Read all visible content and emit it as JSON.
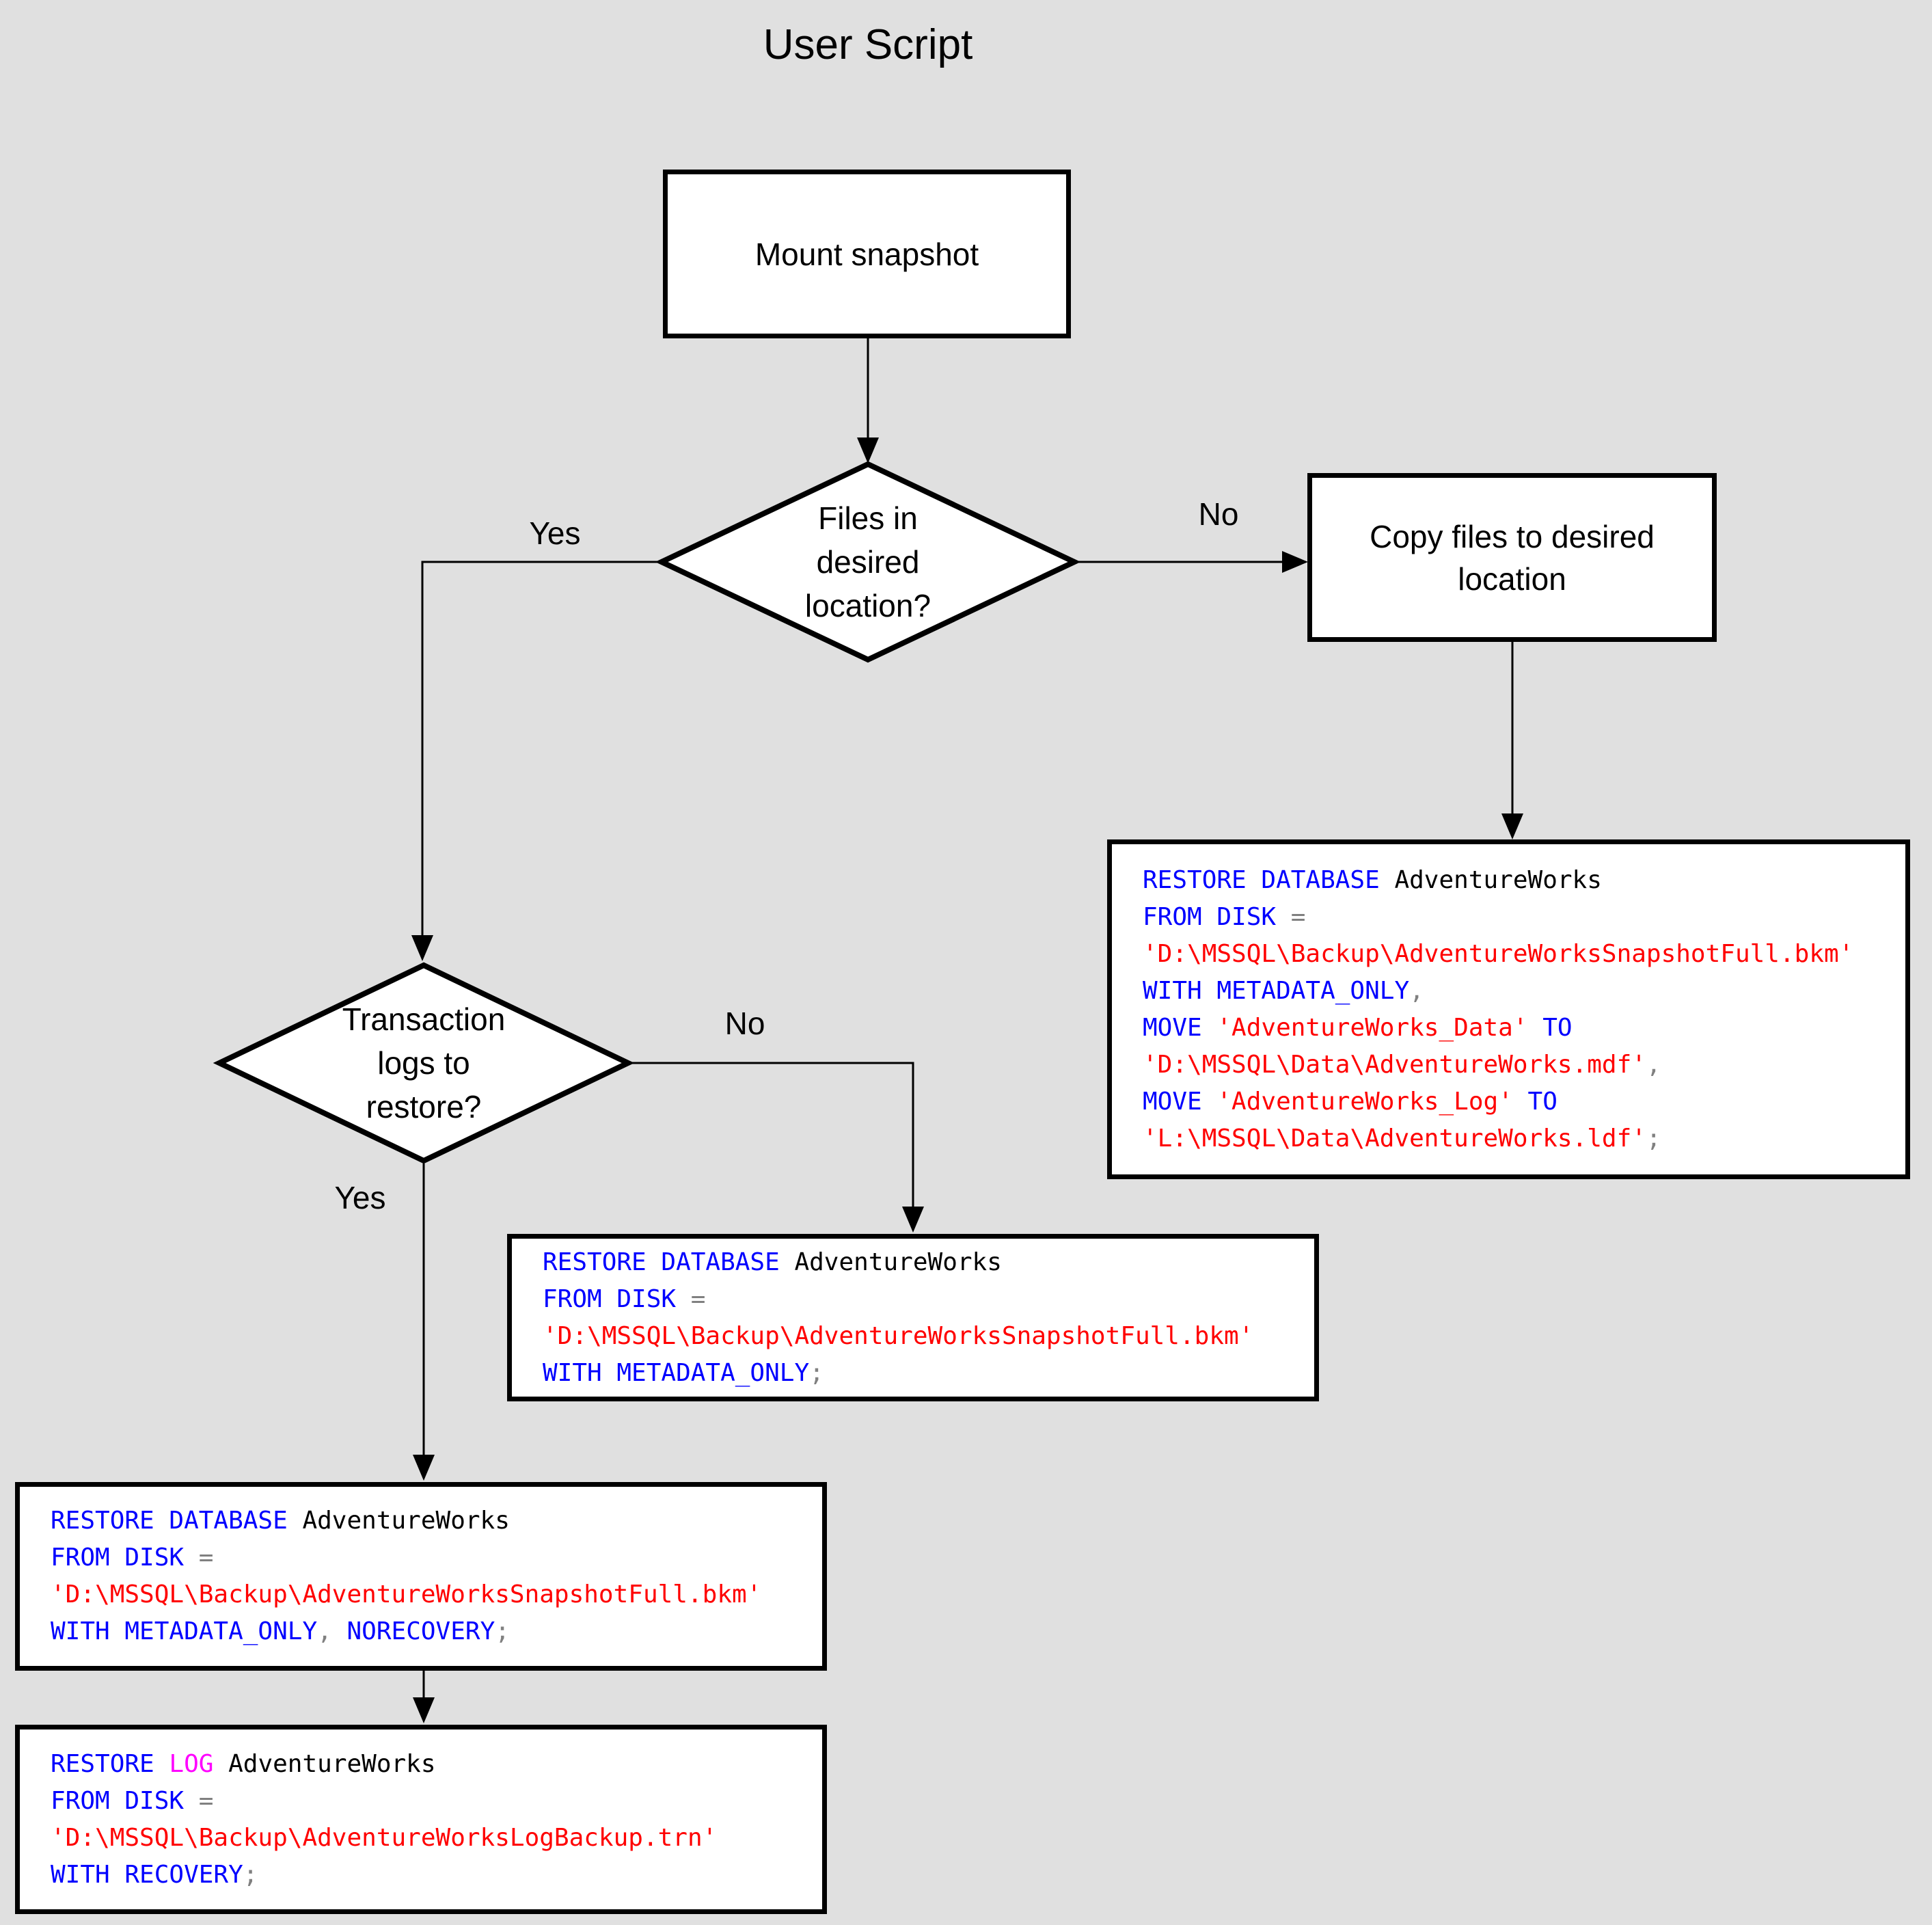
{
  "title": "User Script",
  "background": "#e0e0e0",
  "colors": {
    "kw": "#0000ff",
    "str": "#ff0000",
    "op": "#808080",
    "id": "#000000",
    "logkw": "#ff00ff",
    "node_fill": "#ffffff",
    "line": "#000000"
  },
  "nodes": {
    "mount": {
      "label": "Mount snapshot"
    },
    "decision_files": {
      "lines": [
        "Files in",
        "desired",
        "location?"
      ]
    },
    "copy": {
      "label": "Copy files to desired location"
    },
    "decision_logs": {
      "lines": [
        "Transaction",
        "logs to",
        "restore?"
      ]
    }
  },
  "edge_labels": {
    "files_yes": "Yes",
    "files_no": "No",
    "logs_yes": "Yes",
    "logs_no": "No"
  },
  "code_blocks": {
    "copy_restore": {
      "lines": [
        [
          {
            "text": "RESTORE DATABASE",
            "c": "kw"
          },
          {
            "text": " AdventureWorks",
            "c": "id"
          }
        ],
        [
          {
            "text": "FROM DISK",
            "c": "kw"
          },
          {
            "text": " ",
            "c": "id"
          },
          {
            "text": "=",
            "c": "op"
          }
        ],
        [
          {
            "text": "'D:\\MSSQL\\Backup\\AdventureWorksSnapshotFull.bkm'",
            "c": "str"
          }
        ],
        [
          {
            "text": "WITH METADATA_ONLY",
            "c": "kw"
          },
          {
            "text": ",",
            "c": "op"
          }
        ],
        [
          {
            "text": "MOVE ",
            "c": "kw"
          },
          {
            "text": "'AdventureWorks_Data'",
            "c": "str"
          },
          {
            "text": " TO",
            "c": "kw"
          }
        ],
        [
          {
            "text": "'D:\\MSSQL\\Data\\AdventureWorks.mdf'",
            "c": "str"
          },
          {
            "text": ",",
            "c": "op"
          }
        ],
        [
          {
            "text": "MOVE ",
            "c": "kw"
          },
          {
            "text": "'AdventureWorks_Log'",
            "c": "str"
          },
          {
            "text": " TO",
            "c": "kw"
          }
        ],
        [
          {
            "text": "'L:\\MSSQL\\Data\\AdventureWorks.ldf'",
            "c": "str"
          },
          {
            "text": ";",
            "c": "op"
          }
        ]
      ]
    },
    "no_logs_restore": {
      "lines": [
        [
          {
            "text": "RESTORE DATABASE",
            "c": "kw"
          },
          {
            "text": " AdventureWorks",
            "c": "id"
          }
        ],
        [
          {
            "text": "FROM DISK",
            "c": "kw"
          },
          {
            "text": " ",
            "c": "id"
          },
          {
            "text": "=",
            "c": "op"
          }
        ],
        [
          {
            "text": "'D:\\MSSQL\\Backup\\AdventureWorksSnapshotFull.bkm'",
            "c": "str"
          }
        ],
        [
          {
            "text": "WITH METADATA_ONLY",
            "c": "kw"
          },
          {
            "text": ";",
            "c": "op"
          }
        ]
      ]
    },
    "norecovery_restore": {
      "lines": [
        [
          {
            "text": "RESTORE DATABASE",
            "c": "kw"
          },
          {
            "text": " AdventureWorks",
            "c": "id"
          }
        ],
        [
          {
            "text": "FROM DISK",
            "c": "kw"
          },
          {
            "text": " ",
            "c": "id"
          },
          {
            "text": "=",
            "c": "op"
          }
        ],
        [
          {
            "text": "'D:\\MSSQL\\Backup\\AdventureWorksSnapshotFull.bkm'",
            "c": "str"
          }
        ],
        [
          {
            "text": "WITH METADATA_ONLY",
            "c": "kw"
          },
          {
            "text": ", ",
            "c": "op"
          },
          {
            "text": "NORECOVERY",
            "c": "kw"
          },
          {
            "text": ";",
            "c": "op"
          }
        ]
      ]
    },
    "log_restore": {
      "lines": [
        [
          {
            "text": "RESTORE ",
            "c": "kw"
          },
          {
            "text": "LOG",
            "c": "logkw"
          },
          {
            "text": " AdventureWorks",
            "c": "id"
          }
        ],
        [
          {
            "text": "FROM DISK",
            "c": "kw"
          },
          {
            "text": " ",
            "c": "id"
          },
          {
            "text": "=",
            "c": "op"
          }
        ],
        [
          {
            "text": "'D:\\MSSQL\\Backup\\AdventureWorksLogBackup.trn'",
            "c": "str"
          }
        ],
        [
          {
            "text": "WITH RECOVERY",
            "c": "kw"
          },
          {
            "text": ";",
            "c": "op"
          }
        ]
      ]
    }
  }
}
